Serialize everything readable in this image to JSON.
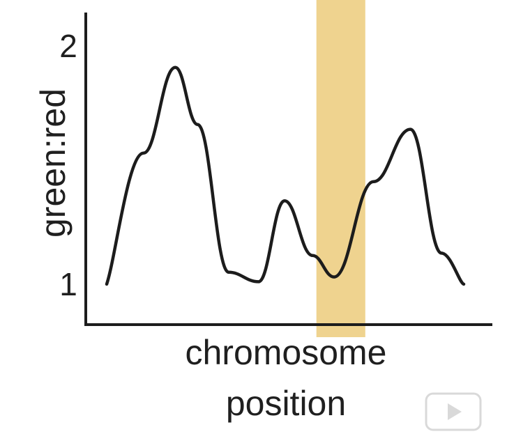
{
  "chart_data": {
    "type": "line",
    "title": "",
    "xlabel_lines": [
      "chromosome",
      "position"
    ],
    "ylabel": "green:red",
    "yticks": [
      {
        "value": 1,
        "label": "1"
      },
      {
        "value": 2,
        "label": "2"
      }
    ],
    "ylim": [
      0.83,
      2.14
    ],
    "xlim": [
      0,
      100
    ],
    "series": [
      {
        "color": "#1c1c1c",
        "points": [
          [
            0,
            1.0
          ],
          [
            5.8,
            1.55
          ],
          [
            10.8,
            1.91
          ],
          [
            14.3,
            1.67
          ],
          [
            19.2,
            1.05
          ],
          [
            23.9,
            1.01
          ],
          [
            28.0,
            1.35
          ],
          [
            32.4,
            1.12
          ],
          [
            35.8,
            1.03
          ],
          [
            42.0,
            1.43
          ],
          [
            47.8,
            1.65
          ],
          [
            52.7,
            1.13
          ],
          [
            56.2,
            1.0
          ]
        ]
      }
    ],
    "highlight_band": {
      "x_range": [
        35.2,
        42.9
      ],
      "color": "#e9c46a",
      "opacity": 0.75
    },
    "grid": false,
    "legend": "none"
  },
  "watermark": {
    "icon": "play-icon",
    "color": "#d9d9d9"
  }
}
